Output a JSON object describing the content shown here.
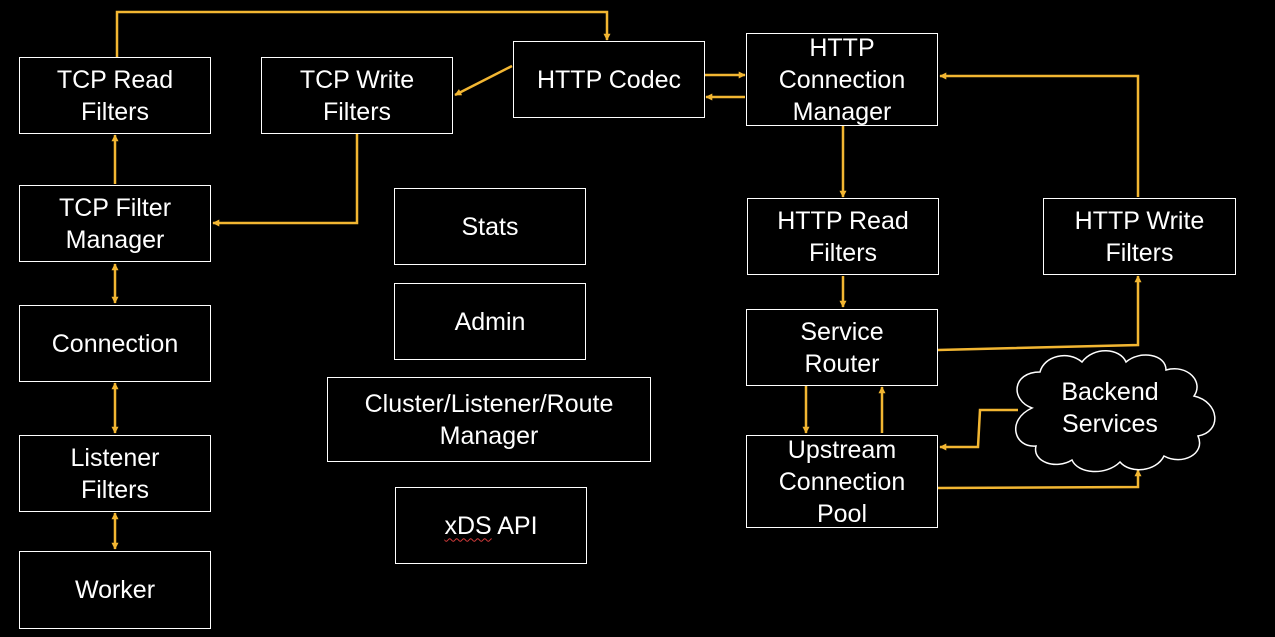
{
  "colors": {
    "background": "#000000",
    "box_border": "#ffffff",
    "text": "#ffffff",
    "arrow": "#f2b632"
  },
  "boxes": {
    "tcp_read": "TCP Read\nFilters",
    "tcp_write": "TCP Write\nFilters",
    "http_codec": "HTTP Codec",
    "http_conn_mgr": "HTTP\nConnection\nManager",
    "tcp_filter_mgr": "TCP Filter\nManager",
    "connection": "Connection",
    "listener_filters": "Listener\nFilters",
    "worker": "Worker",
    "stats": "Stats",
    "admin": "Admin",
    "cluster_mgr": "Cluster/Listener/Route\nManager",
    "xds_prefix": "xDS",
    "xds_suffix": " API",
    "http_read": "HTTP Read\nFilters",
    "http_write": "HTTP Write\nFilters",
    "service_router": "Service\nRouter",
    "upstream_pool": "Upstream\nConnection\nPool",
    "backend_services": "Backend\nServices"
  }
}
